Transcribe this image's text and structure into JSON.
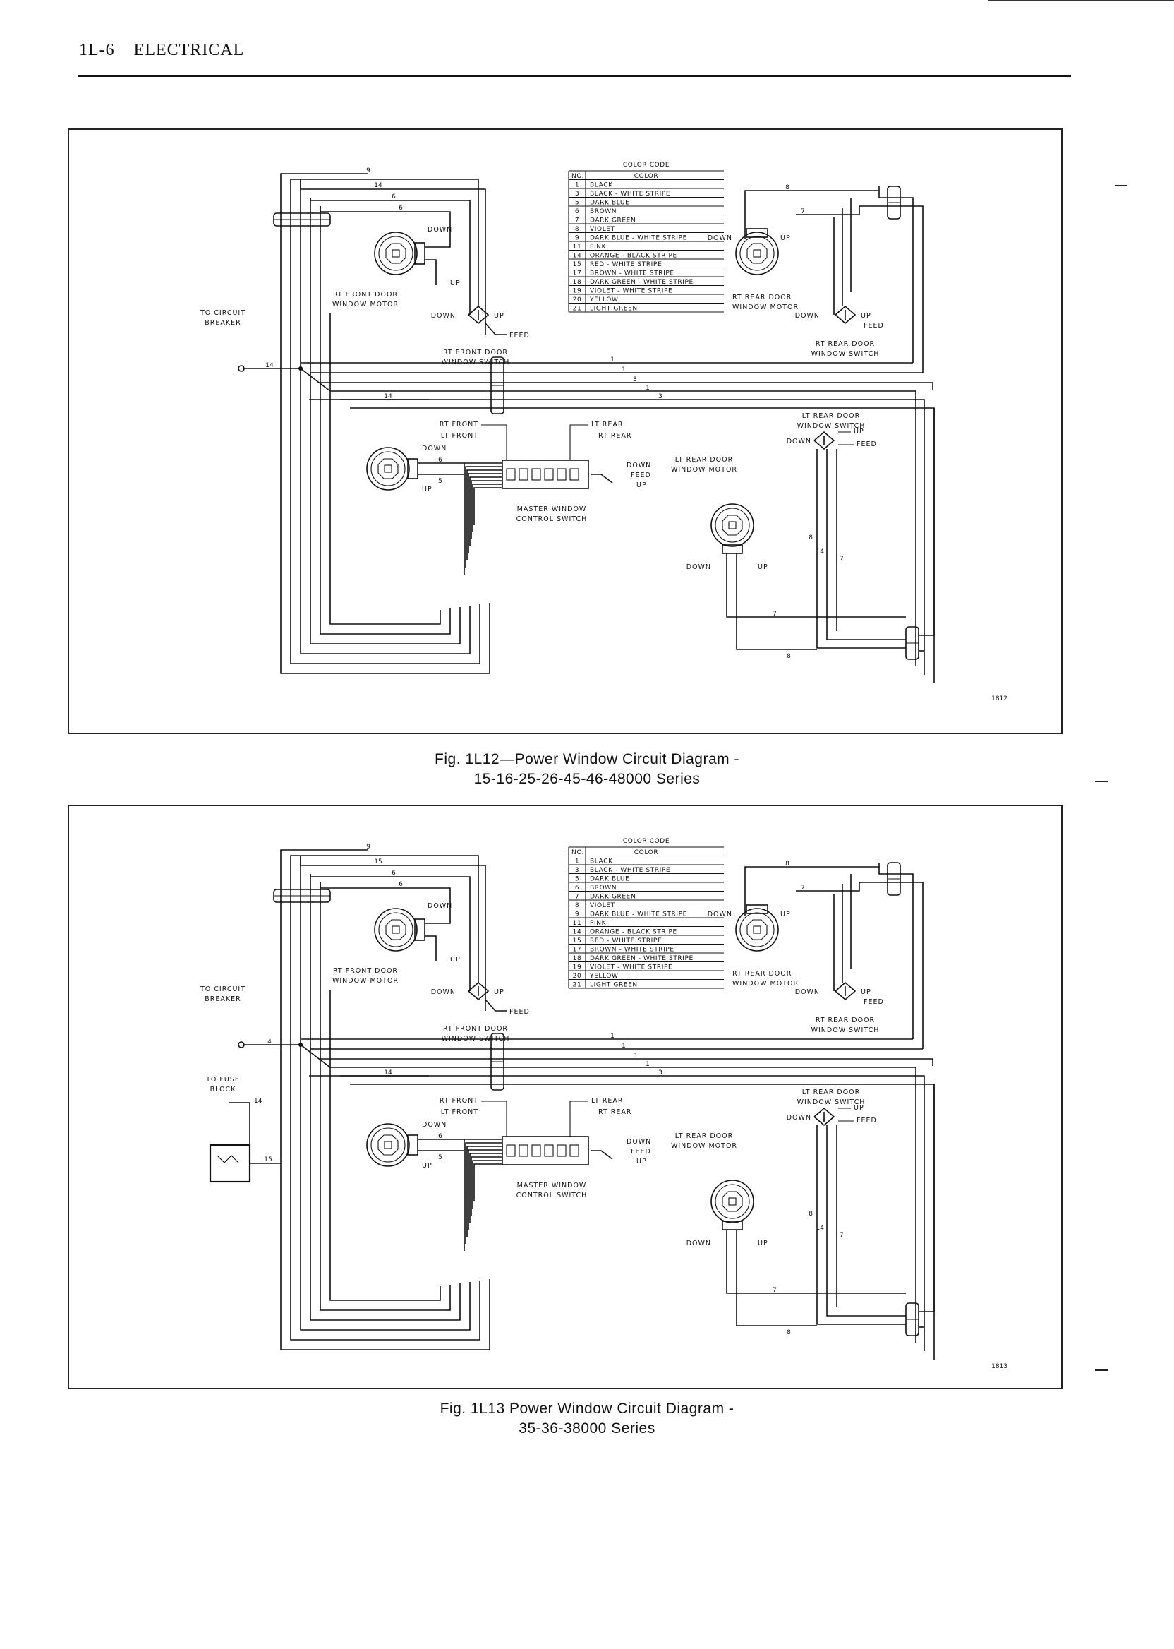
{
  "header": {
    "page": "1L-6",
    "section": "ELECTRICAL"
  },
  "figures": [
    {
      "id": "fig12",
      "ref": "1812",
      "caption_line1": "Fig. 1L12—Power Window Circuit Diagram -",
      "caption_line2": "15-16-25-26-45-46-48000 Series",
      "labels": {
        "rt_front_motor": [
          "RT FRONT DOOR",
          "WINDOW MOTOR"
        ],
        "rt_front_switch": [
          "RT FRONT DOOR",
          "WINDOW SWITCH"
        ],
        "rt_rear_motor": [
          "RT REAR DOOR",
          "WINDOW MOTOR"
        ],
        "rt_rear_switch": [
          "RT REAR DOOR",
          "WINDOW SWITCH"
        ],
        "lt_rear_switch": [
          "LT REAR DOOR",
          "WINDOW SWITCH"
        ],
        "lt_rear_motor": [
          "LT REAR DOOR",
          "WINDOW MOTOR"
        ],
        "master": [
          "MASTER WINDOW",
          "CONTROL SWITCH"
        ],
        "breaker": [
          "TO CIRCUIT",
          "BREAKER"
        ],
        "fuse": null,
        "down": "DOWN",
        "up": "UP",
        "feed": "FEED",
        "rt_front": "RT FRONT",
        "lt_front": "LT FRONT",
        "lt_rear": "LT REAR",
        "rt_rear": "RT REAR"
      }
    },
    {
      "id": "fig13",
      "ref": "1813",
      "caption_line1": "Fig. 1L13 Power Window Circuit Diagram -",
      "caption_line2": "35-36-38000 Series",
      "labels": {
        "rt_front_motor": [
          "RT FRONT DOOR",
          "WINDOW MOTOR"
        ],
        "rt_front_switch": [
          "RT FRONT DOOR",
          "WINDOW SWITCH"
        ],
        "rt_rear_motor": [
          "RT REAR DOOR",
          "WINDOW MOTOR"
        ],
        "rt_rear_switch": [
          "RT REAR DOOR",
          "WINDOW SWITCH"
        ],
        "lt_rear_switch": [
          "LT REAR DOOR",
          "WINDOW SWITCH"
        ],
        "lt_rear_motor": [
          "LT REAR DOOR",
          "WINDOW MOTOR"
        ],
        "master": [
          "MASTER WINDOW",
          "CONTROL SWITCH"
        ],
        "breaker": [
          "TO CIRCUIT",
          "BREAKER"
        ],
        "fuse": [
          "TO FUSE",
          "BLOCK"
        ],
        "down": "DOWN",
        "up": "UP",
        "feed": "FEED",
        "rt_front": "RT FRONT",
        "lt_front": "LT FRONT",
        "lt_rear": "LT REAR",
        "rt_rear": "RT REAR"
      }
    }
  ],
  "color_code": {
    "title": "COLOR CODE",
    "col_no": "NO.",
    "col_color": "COLOR",
    "rows": [
      [
        "1",
        "BLACK"
      ],
      [
        "3",
        "BLACK - WHITE STRIPE"
      ],
      [
        "5",
        "DARK BLUE"
      ],
      [
        "6",
        "BROWN"
      ],
      [
        "7",
        "DARK GREEN"
      ],
      [
        "8",
        "VIOLET"
      ],
      [
        "9",
        "DARK BLUE - WHITE STRIPE"
      ],
      [
        "11",
        "PINK"
      ],
      [
        "14",
        "ORANGE - BLACK STRIPE"
      ],
      [
        "15",
        "RED - WHITE STRIPE"
      ],
      [
        "17",
        "BROWN - WHITE STRIPE"
      ],
      [
        "18",
        "DARK GREEN - WHITE STRIPE"
      ],
      [
        "19",
        "VIOLET - WHITE STRIPE"
      ],
      [
        "20",
        "YELLOW"
      ],
      [
        "21",
        "LIGHT GREEN"
      ]
    ]
  },
  "wire_numbers": {
    "fig12": {
      "top": [
        "9",
        "14",
        "6",
        "6"
      ],
      "feed": "14"
    },
    "fig13": {
      "top": [
        "9",
        "15",
        "6",
        "6"
      ],
      "feed": "4"
    }
  }
}
